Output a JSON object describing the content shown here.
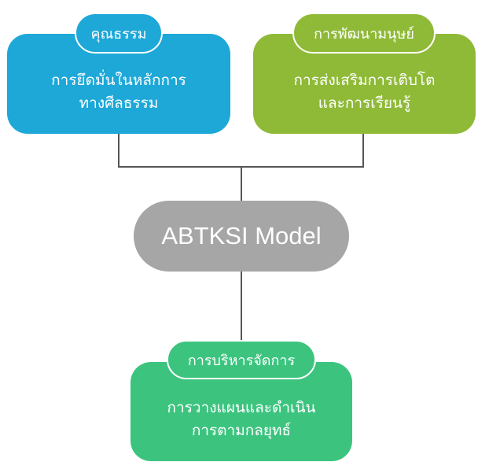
{
  "nodes": {
    "ethics": {
      "title": "คุณธรรม",
      "body_line1": "การยึดมั่นในหลักการ",
      "body_line2": "ทางศีลธรรม",
      "color": "#1da8d8"
    },
    "human": {
      "title": "การพัฒนามนุษย์",
      "body_line1": "การส่งเสริมการเติบโต",
      "body_line2": "และการเรียนรู้",
      "color": "#8fba38"
    },
    "center": {
      "title": "ABTKSI Model",
      "color": "#a6a6a6"
    },
    "management": {
      "title": "การบริหารจัดการ",
      "body_line1": "การวางแผนและดำเนิน",
      "body_line2": "การตามกลยุทธ์",
      "color": "#3cc47f"
    }
  }
}
